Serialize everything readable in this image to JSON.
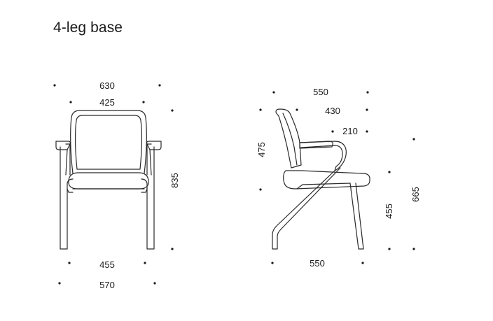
{
  "title": "4-leg base",
  "front_view": {
    "overall_width": "630",
    "backrest_width": "425",
    "height": "835",
    "leg_inner_width": "455",
    "base_width": "570"
  },
  "side_view": {
    "overall_depth": "550",
    "seat_depth": "430",
    "armrest_depth": "210",
    "backrest_height": "475",
    "seat_height": "455",
    "armrest_height": "665",
    "base_depth": "550"
  }
}
